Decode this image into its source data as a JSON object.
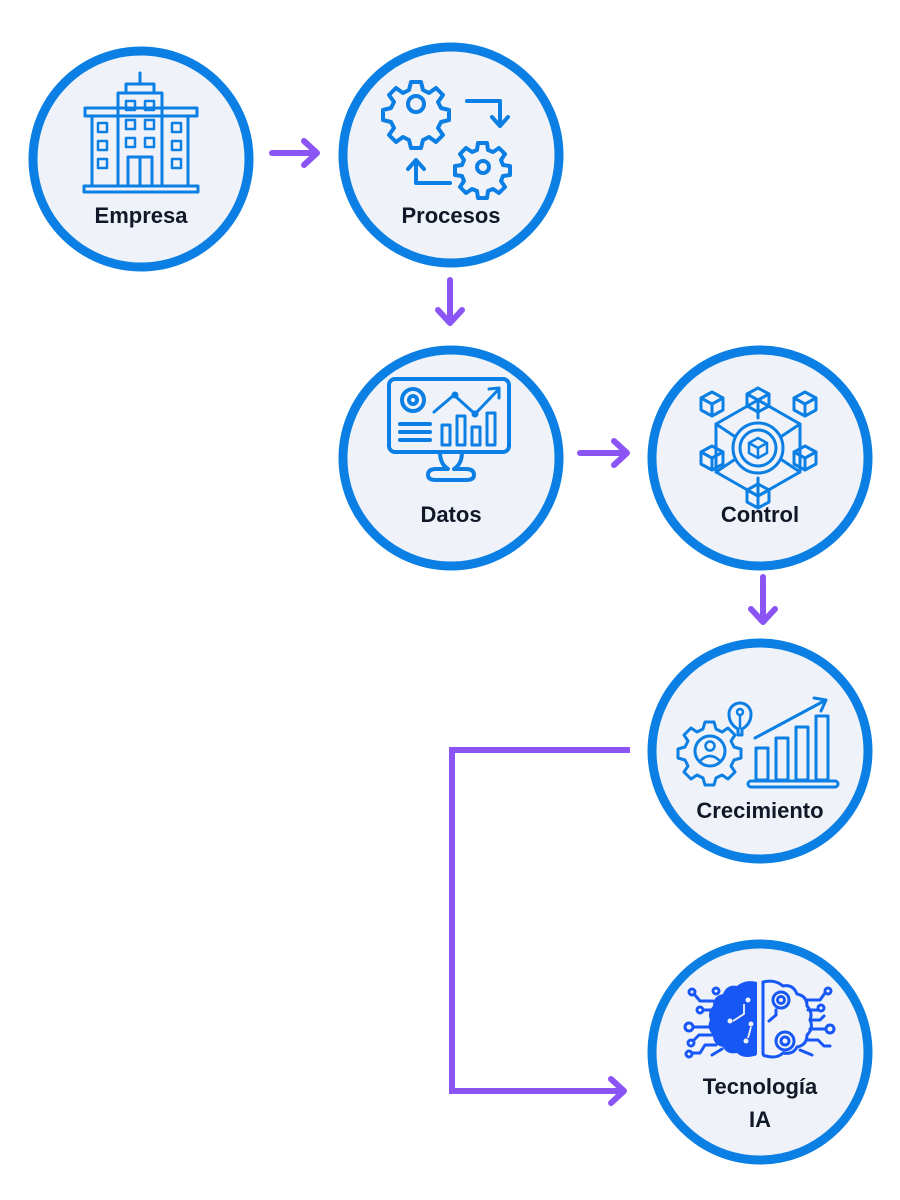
{
  "diagram": {
    "title": "",
    "colors": {
      "node_border": "#0B7FE3",
      "node_fill": "#EFF3F9",
      "icon": "#0B7FE3",
      "ai_icon": "#1757F5",
      "arrow": "#8B55F5",
      "label": "#111827"
    },
    "nodes": [
      {
        "id": "empresa",
        "label": "Empresa",
        "icon": "office-building-icon"
      },
      {
        "id": "procesos",
        "label": "Procesos",
        "icon": "gears-cycle-icon"
      },
      {
        "id": "datos",
        "label": "Datos",
        "icon": "analytics-monitor-icon"
      },
      {
        "id": "control",
        "label": "Control",
        "icon": "network-cubes-icon"
      },
      {
        "id": "crecimiento",
        "label": "Crecimiento",
        "icon": "growth-chart-icon"
      },
      {
        "id": "tecnologia",
        "label_line1": "Tecnología",
        "label_line2": "IA",
        "icon": "ai-brain-icon"
      }
    ],
    "edges": [
      {
        "from": "empresa",
        "to": "procesos"
      },
      {
        "from": "procesos",
        "to": "datos"
      },
      {
        "from": "datos",
        "to": "control"
      },
      {
        "from": "control",
        "to": "crecimiento"
      },
      {
        "from": "crecimiento",
        "to": "tecnologia"
      }
    ]
  }
}
